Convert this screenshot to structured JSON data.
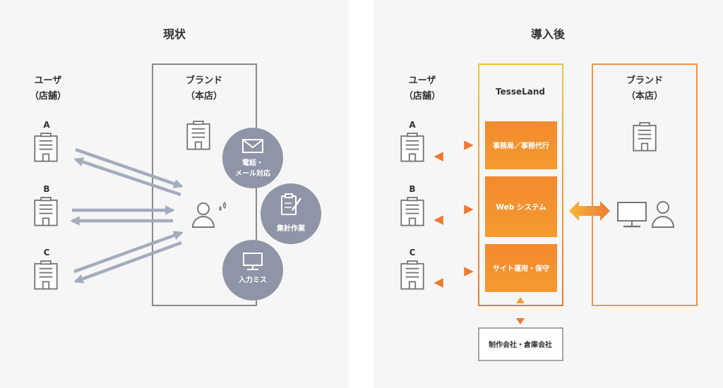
{
  "left_panel": {
    "title": "現状",
    "users_label_line1": "ユーザ",
    "users_label_line2": "（店舗）",
    "brand_label_line1": "ブランド",
    "brand_label_line2": "（本店）",
    "stores": [
      {
        "label": "A"
      },
      {
        "label": "B"
      },
      {
        "label": "C"
      }
    ],
    "tasks": [
      {
        "line1": "電話・",
        "line2": "メール対応",
        "icon": "mail-icon"
      },
      {
        "line1": "集計作業",
        "line2": "",
        "icon": "clipboard-pen-icon"
      },
      {
        "line1": "入力ミス",
        "line2": "",
        "icon": "monitor-icon"
      }
    ],
    "colors": {
      "arrow": "#a4acbd",
      "circle": "#8f95a6",
      "frame": "#8a8a8a"
    }
  },
  "right_panel": {
    "title": "導入後",
    "users_label_line1": "ユーザ",
    "users_label_line2": "（店舗）",
    "platform_name": "TesseLand",
    "services": [
      {
        "label": "事務局／事務代行"
      },
      {
        "label": "Web システム"
      },
      {
        "label": "サイト運用・保守"
      }
    ],
    "brand_label_line1": "ブランド",
    "brand_label_line2": "（本店）",
    "stores": [
      {
        "label": "A"
      },
      {
        "label": "B"
      },
      {
        "label": "C"
      }
    ],
    "partner_label": "制作会社・倉庫会社",
    "colors": {
      "accent_light": "#f6b735",
      "accent_dark": "#ee7a32",
      "box_fill": "#f28d2e"
    }
  }
}
